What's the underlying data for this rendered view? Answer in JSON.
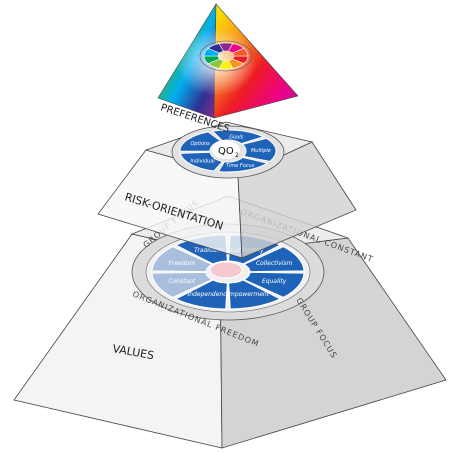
{
  "labels": {
    "preferences": "PREFERENCES",
    "risk_orientation": "RISK-ORIENTATION",
    "values": "VALUES",
    "qo": "QO",
    "qo_sup": "2",
    "organizational_constant": "ORGANIZATIONAL CONSTANT",
    "organizational_freedom": "ORGANIZATIONAL FREEDOM",
    "group_focus_right": "GROUP FOCUS",
    "group_focus_left": "GROUP FOCUS"
  },
  "risk_segments": [
    "Goals",
    "Multiple",
    "Time Focus",
    "Individual",
    "Options"
  ],
  "value_segments": [
    "Traditions",
    "Conformity",
    "Collectivism",
    "Equality",
    "Empowerment",
    "Independence",
    "Constant",
    "Freedom"
  ],
  "colors": {
    "segment_blue": "#1f63b8",
    "face_light": "#f3f3f3",
    "face_mid": "#d9d9d9",
    "face_dark": "#c7c7c7",
    "outline": "#444444"
  },
  "icons": {
    "color_wheel": "color-wheel-icon",
    "rainbow_prism": "prism-icon"
  }
}
